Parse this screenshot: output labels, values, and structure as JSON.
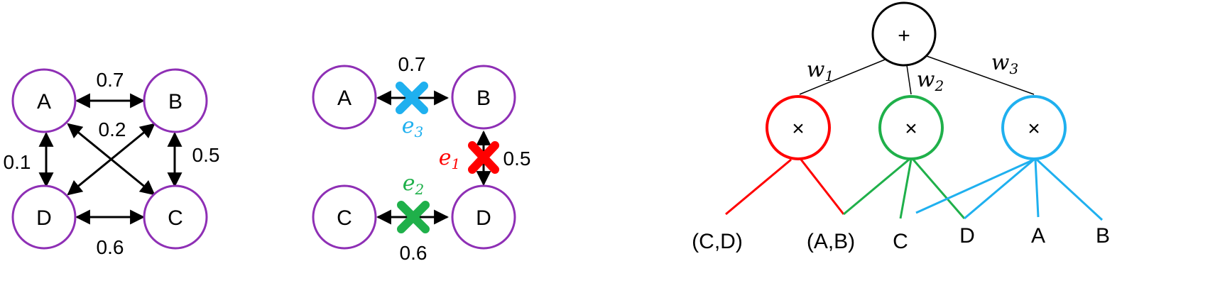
{
  "colors": {
    "node_stroke": "#8e2fb5",
    "edge_line": "#000000",
    "red": "#ff0000",
    "green": "#1fb04a",
    "blue": "#1fb0ef"
  },
  "graph1": {
    "nodes": {
      "a": "A",
      "b": "B",
      "c": "C",
      "d": "D"
    },
    "weights": {
      "ab": "0.7",
      "diag": "0.2",
      "ad": "0.1",
      "bc": "0.5",
      "dc": "0.6"
    }
  },
  "graph2": {
    "nodes": {
      "a": "A",
      "b": "B",
      "c": "C",
      "d": "D"
    },
    "weights": {
      "ab": "0.7",
      "bd": "0.5",
      "cd": "0.6"
    },
    "cuts": {
      "e3": {
        "letter": "e",
        "sub": "3",
        "icon": "blue-cross-icon"
      },
      "e1": {
        "letter": "e",
        "sub": "1",
        "icon": "red-cross-icon"
      },
      "e2": {
        "letter": "e",
        "sub": "2",
        "icon": "green-cross-icon"
      }
    }
  },
  "tree": {
    "root": "+",
    "weights": {
      "w1": {
        "letter": "w",
        "sub": "1"
      },
      "w2": {
        "letter": "w",
        "sub": "2"
      },
      "w3": {
        "letter": "w",
        "sub": "3"
      }
    },
    "products": [
      "×",
      "×",
      "×"
    ],
    "leaves": [
      "(C,D)",
      "(A,B)",
      "C",
      "D",
      "A",
      "B"
    ]
  }
}
